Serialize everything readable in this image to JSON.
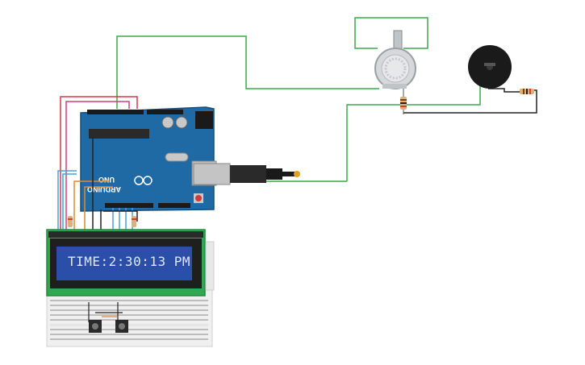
{
  "lcd": {
    "line1": "TIME:2:30:13 PM"
  },
  "arduino": {
    "logo_text": "ARDUINO",
    "model_text": "UNO"
  },
  "colors": {
    "board": "#1f6aa5",
    "lcd_pcb": "#2fa84f",
    "lcd_screen": "#2b4fa8",
    "breadboard": "#f0f0f0",
    "wire_green": "#3aa84a",
    "wire_black": "#222222",
    "wire_red": "#d23a4a",
    "wire_blue": "#4aa0d8",
    "wire_orange": "#e08a2a",
    "wire_pink": "#d2407a",
    "buzzer": "#1a1a1a",
    "usb": "#999999"
  },
  "components": {
    "sensor": "gas-sensor-icon",
    "buzzer": "piezo-buzzer-icon",
    "button1": "pushbutton-icon",
    "button2": "pushbutton-icon",
    "usb": "usb-cable-icon"
  }
}
